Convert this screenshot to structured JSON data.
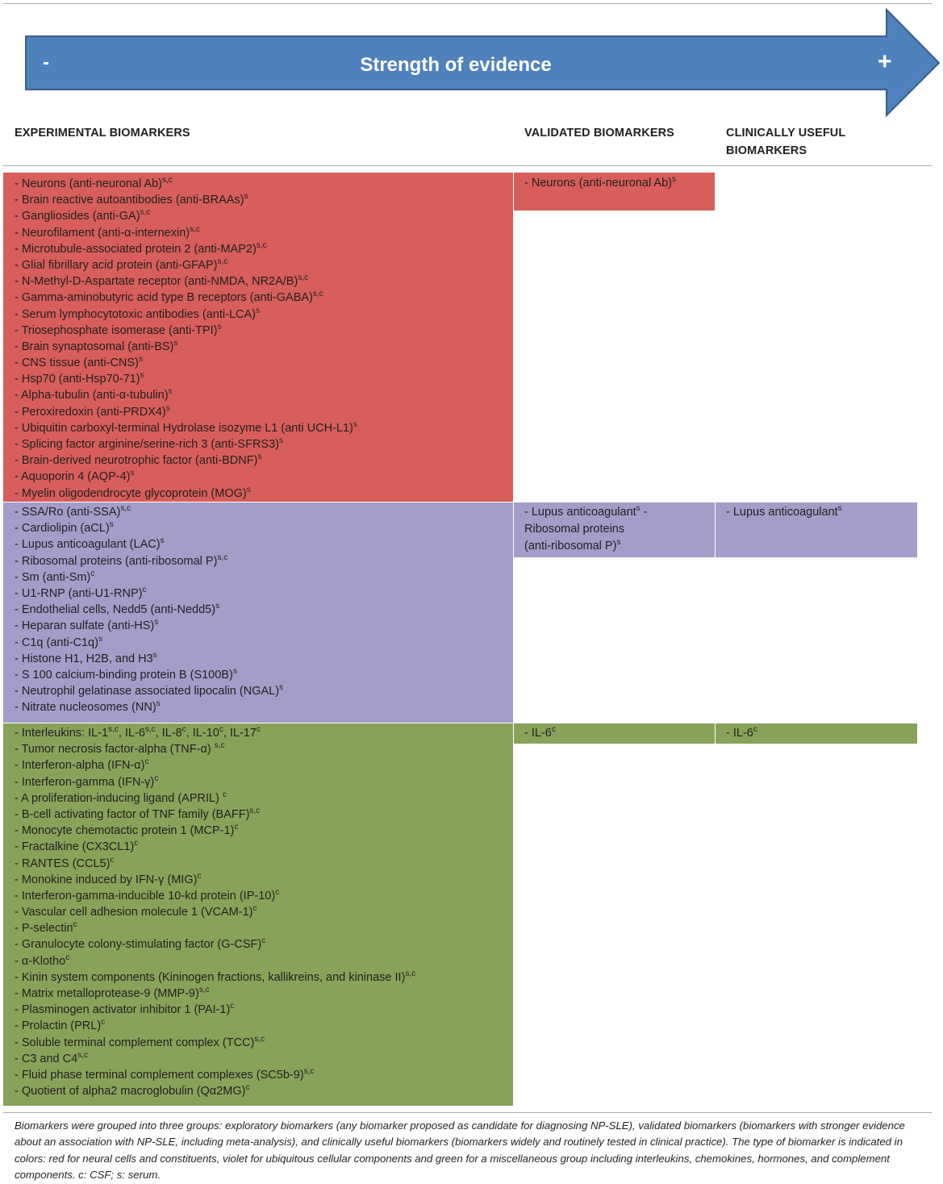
{
  "arrow": {
    "title": "Strength of evidence",
    "minus": "-",
    "plus": "+",
    "fill": "#4f81bd",
    "stroke": "#385d8a"
  },
  "headers": {
    "experimental": "EXPERIMENTAL BIOMARKERS",
    "validated": "VALIDATED BIOMARKERS",
    "clinical_line1": "CLINICALLY USEFUL",
    "clinical_line2": "BIOMARKERS"
  },
  "colors": {
    "red": "#d75e5a",
    "violet": "#a39dc9",
    "green": "#87a35a"
  },
  "red_group": {
    "experimental": [
      {
        "text": "- Neurons (anti-neuronal Ab)",
        "sup": "s,c"
      },
      {
        "text": "- Brain reactive autoantibodies (anti-BRAAs)",
        "sup": "s"
      },
      {
        "text": "- Gangliosides (anti-GA)",
        "sup": "s,c"
      },
      {
        "text": "- Neurofilament (anti-α-internexin)",
        "sup": "s,c"
      },
      {
        "text": "- Microtubule-associated protein 2 (anti-MAP2)",
        "sup": "s,c"
      },
      {
        "text": "- Glial fibrillary acid protein (anti-GFAP)",
        "sup": "s,c"
      },
      {
        "text": "- N-Methyl-D-Aspartate receptor (anti-NMDA, NR2A/B)",
        "sup": "s,c"
      },
      {
        "text": "- Gamma-aminobutyric acid type B receptors (anti-GABA)",
        "sup": "s,c"
      },
      {
        "text": "- Serum lymphocytotoxic antibodies (anti-LCA)",
        "sup": "s"
      },
      {
        "text": "- Triosephosphate isomerase (anti-TPI)",
        "sup": "s"
      },
      {
        "text": "- Brain synaptosomal (anti-BS)",
        "sup": "s"
      },
      {
        "text": "- CNS tissue (anti-CNS)",
        "sup": "s"
      },
      {
        "text": "- Hsp70 (anti-Hsp70-71)",
        "sup": "s"
      },
      {
        "text": "- Alpha-tubulin (anti-α-tubulin)",
        "sup": "s"
      },
      {
        "text": "- Peroxiredoxin (anti-PRDX4)",
        "sup": "s"
      },
      {
        "text": "- Ubiquitin carboxyl-terminal Hydrolase isozyme L1 (anti UCH-L1)",
        "sup": "s"
      },
      {
        "text": "- Splicing factor arginine/serine-rich 3 (anti-SFRS3)",
        "sup": "s"
      },
      {
        "text": "- Brain-derived neurotrophic factor (anti-BDNF)",
        "sup": "s"
      },
      {
        "text": "- Aquoporin 4 (AQP-4)",
        "sup": "s"
      },
      {
        "text": "- Myelin oligodendrocyte glycoprotein (MOG)",
        "sup": "s"
      }
    ],
    "validated": {
      "text": "- Neurons (anti-neuronal Ab)",
      "sup": "s"
    }
  },
  "violet_group": {
    "experimental": [
      {
        "text": "- SSA/Ro (anti-SSA)",
        "sup": "s,c"
      },
      {
        "text": "- Cardiolipin (aCL)",
        "sup": "s"
      },
      {
        "text": "- Lupus anticoagulant (LAC)",
        "sup": "s"
      },
      {
        "text": "- Ribosomal proteins (anti-ribosomal P)",
        "sup": "s,c"
      },
      {
        "text": "- Sm (anti-Sm)",
        "sup": "c"
      },
      {
        "text": "- U1-RNP (anti-U1-RNP)",
        "sup": "c"
      },
      {
        "text": "- Endothelial cells, Nedd5 (anti-Nedd5)",
        "sup": "s"
      },
      {
        "text": "- Heparan sulfate (anti-HS)",
        "sup": "s"
      },
      {
        "text": "- C1q (anti-C1q)",
        "sup": "s"
      },
      {
        "text": "- Histone H1, H2B, and H3",
        "sup": "s"
      },
      {
        "text": "- S 100 calcium-binding protein B (S100B)",
        "sup": "s"
      },
      {
        "text": "- Neutrophil gelatinase associated lipocalin (NGAL)",
        "sup": "s"
      },
      {
        "text": "- Nitrate nucleosomes (NN)",
        "sup": "s"
      }
    ],
    "validated": {
      "line1_text": "- Lupus anticoagulant",
      "line1_sup": "s",
      "line1_tail": " -",
      "line2": "Ribosomal proteins",
      "line3_text": "(anti-ribosomal P)",
      "line3_sup": "s"
    },
    "clinical": {
      "text": "- Lupus anticoagulant",
      "sup": "s"
    }
  },
  "green_group": {
    "experimental": [
      {
        "text": "- Interleukins: IL-1",
        "sup": "s,c",
        "parts": [
          {
            "t": ", IL-6",
            "s": "s,c"
          },
          {
            "t": ", IL-8",
            "s": "c"
          },
          {
            "t": ", IL-10",
            "s": "c"
          },
          {
            "t": ", IL-17",
            "s": "c"
          }
        ]
      },
      {
        "text": "- Tumor necrosis factor-alpha (TNF-α) ",
        "sup": "s,c"
      },
      {
        "text": "- Interferon-alpha (IFN-α)",
        "sup": "c"
      },
      {
        "text": "- Interferon-gamma (IFN-γ)",
        "sup": "c"
      },
      {
        "text": "- A proliferation-inducing ligand (APRIL) ",
        "sup": "c"
      },
      {
        "text": "- B-cell activating factor of TNF family (BAFF)",
        "sup": "s,c"
      },
      {
        "text": "- Monocyte chemotactic protein 1 (MCP-1)",
        "sup": "c"
      },
      {
        "text": "- Fractalkine (CX3CL1)",
        "sup": "c"
      },
      {
        "text": "- RANTES (CCL5)",
        "sup": "c"
      },
      {
        "text": "- Monokine induced by IFN-γ (MIG)",
        "sup": "c"
      },
      {
        "text": "- Interferon-gamma-inducible 10-kd protein (IP-10)",
        "sup": "c"
      },
      {
        "text": "- Vascular cell adhesion molecule 1 (VCAM-1)",
        "sup": "c"
      },
      {
        "text": "- P-selectin",
        "sup": "c"
      },
      {
        "text": "- Granulocyte colony-stimulating factor (G-CSF)",
        "sup": "c"
      },
      {
        "text": "- α-Klotho",
        "sup": "c"
      },
      {
        "text": "- Kinin system components (Kininogen fractions, kallikreins, and kininase II)",
        "sup": "s,c"
      },
      {
        "text": "- Matrix metalloprotease-9 (MMP-9)",
        "sup": "s,c"
      },
      {
        "text": "- Plasminogen activator inhibitor 1 (PAI-1)",
        "sup": "c"
      },
      {
        "text": "- Prolactin (PRL)",
        "sup": "c"
      },
      {
        "text": "- Soluble terminal complement complex (TCC)",
        "sup": "s,c"
      },
      {
        "text": "- C3 and C4",
        "sup": "s,c"
      },
      {
        "text": "- Fluid phase terminal complement complexes (SC5b-9)",
        "sup": "s,c"
      },
      {
        "text": "- Quotient of alpha2 macroglobulin (Qα2MG)",
        "sup": "c"
      }
    ],
    "validated": {
      "text": "- IL-6",
      "sup": "c"
    },
    "clinical": {
      "text": "- IL-6",
      "sup": "c"
    }
  },
  "footnote": "Biomarkers were grouped into three groups: exploratory biomarkers (any biomarker proposed as candidate for diagnosing NP-SLE), validated biomarkers (biomarkers with stronger evidence about an association with NP-SLE, including meta-analysis), and clinically useful biomarkers (biomarkers widely and routinely tested in clinical practice). The type of biomarker is indicated in colors: red for neural cells and constituents, violet for ubiquitous cellular components and green for a miscellaneous group including interleukins, chemokines, hormones, and complement components. c: CSF; s: serum."
}
